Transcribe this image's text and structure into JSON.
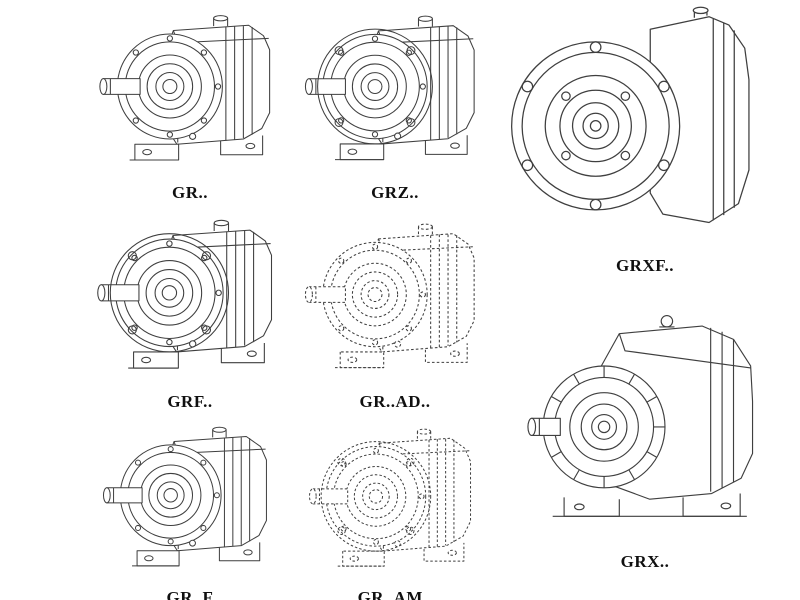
{
  "page": {
    "background": "#ffffff"
  },
  "colors": {
    "line": "#3f3f3f",
    "ghost_line": "#c6c6c6",
    "label": "#101010"
  },
  "figures": [
    {
      "id": "gr",
      "label": "GR..",
      "style": "solid",
      "type": "foot-mounted helical gear unit"
    },
    {
      "id": "grz",
      "label": "GRZ..",
      "style": "solid",
      "type": "foot-mounted helical gear unit"
    },
    {
      "id": "grxf",
      "label": "GRXF..",
      "style": "solid",
      "type": "flange-mounted helical gear unit"
    },
    {
      "id": "grf",
      "label": "GRF..",
      "style": "solid",
      "type": "flange foot-mounted helical gear unit"
    },
    {
      "id": "gr-ad",
      "label": "GR..AD..",
      "style": "ghost",
      "type": "helical gear unit phantom view"
    },
    {
      "id": "gr-f",
      "label": "GR..F",
      "style": "solid",
      "type": "foot-mounted helical gear unit"
    },
    {
      "id": "gr-am",
      "label": "GR..AM..",
      "style": "ghost",
      "type": "helical gear unit phantom view"
    },
    {
      "id": "grx",
      "label": "GRX..",
      "style": "solid",
      "type": "large foot-mounted helical gear unit"
    }
  ]
}
